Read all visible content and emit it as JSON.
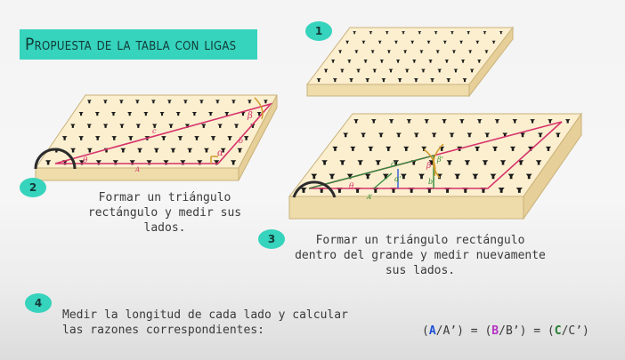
{
  "title": "Propuesta de la tabla con ligas",
  "steps": [
    {
      "number": "1",
      "text": ""
    },
    {
      "number": "2",
      "lines": [
        "Formar un triángulo",
        "rectángulo y medir sus",
        "lados."
      ]
    },
    {
      "number": "3",
      "lines": [
        "Formar un triángulo rectángulo",
        "dentro del grande y medir nuevamente",
        "sus lados."
      ]
    },
    {
      "number": "4",
      "lines": [
        "Medir la longitud de cada lado y calcular",
        "las razones correspondientes:"
      ]
    }
  ],
  "ratio": {
    "open1": "(",
    "a": "A",
    "slash1": "/",
    "a2": "A’",
    "close1": ")",
    "eq1": " = ",
    "open2": "(",
    "b": "B",
    "slash2": "/",
    "b2": "B’",
    "close2": ")",
    "eq2": " = ",
    "open3": "(",
    "c": "C",
    "slash3": "/",
    "c2": "C’",
    "close3": ")"
  },
  "diagram_labels": {
    "board2": {
      "c": "c",
      "beta": "β",
      "b": "b",
      "alpha": "α",
      "theta": "θ",
      "a": "A"
    },
    "board3": {
      "c": "c",
      "beta": "β",
      "c_prime": "c’",
      "beta_prime": "β’",
      "b_prime": "b’",
      "alpha_prime": "α’",
      "theta": "θ",
      "a_prime": "A’"
    }
  },
  "colors": {
    "accent": "#36d3bd",
    "board_top": "#fbefcf",
    "board_side": "#efdcab",
    "rubber_band": "#d6336c",
    "peg": "#1a1a1a"
  }
}
